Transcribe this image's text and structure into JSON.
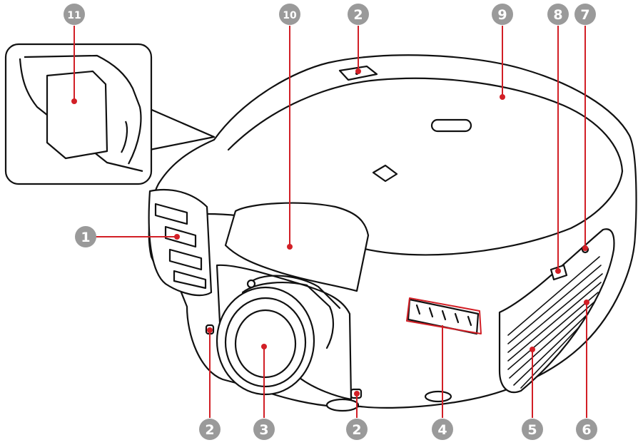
{
  "figure": {
    "kind": "projector-parts-callout-diagram",
    "colors": {
      "outline": "#111111",
      "body_fill": "#ffffff",
      "badge_fill": "#9a9a9a",
      "badge_text": "#ffffff",
      "leader": "#d21f26",
      "dot": "#d21f26"
    },
    "callouts": [
      {
        "id": "c1",
        "label": "1"
      },
      {
        "id": "c2a",
        "label": "2"
      },
      {
        "id": "c2b",
        "label": "2"
      },
      {
        "id": "c2c",
        "label": "2"
      },
      {
        "id": "c3",
        "label": "3"
      },
      {
        "id": "c4",
        "label": "4"
      },
      {
        "id": "c5",
        "label": "5"
      },
      {
        "id": "c6",
        "label": "6"
      },
      {
        "id": "c7",
        "label": "7"
      },
      {
        "id": "c8",
        "label": "8"
      },
      {
        "id": "c9",
        "label": "9"
      },
      {
        "id": "c10",
        "label": "10"
      },
      {
        "id": "c11",
        "label": "11"
      }
    ]
  }
}
